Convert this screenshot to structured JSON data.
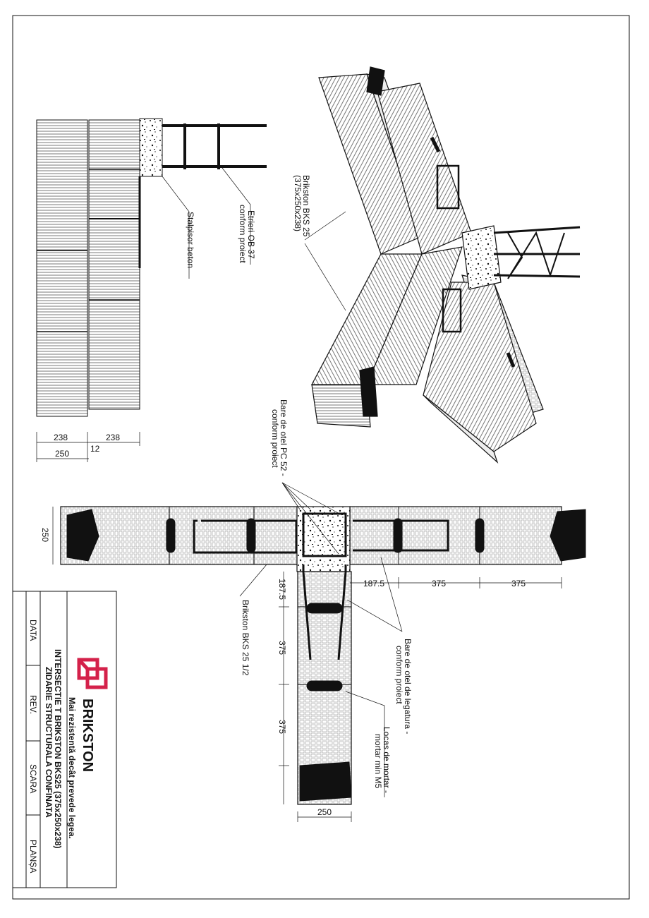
{
  "labels": {
    "stirrups_line1": "Etrieri OB 37",
    "stirrups_line2": "conform proiect",
    "column": "Stalpisor beton",
    "block_line1": "Brikston BKS 25",
    "block_line2": "(375x250x238)",
    "bars_line1": "Bare de otel PC 52 -",
    "bars_line2": "conform proiect",
    "half_block": "Brikston BKS 25 1/2",
    "tie_bars_line1": "Bare de otel de legatura -",
    "tie_bars_line2": "conform proiect",
    "mortar_line1": "Locas de mortar -",
    "mortar_line2": "mortar min M5"
  },
  "dimensions": {
    "elev_a": "238",
    "elev_b": "238",
    "elev_total": "250",
    "elev_gap": "12",
    "plan_width": "250",
    "wall_1": "187.5",
    "wall_2": "375",
    "wall_3": "375",
    "leg_1": "187.5",
    "leg_2": "375",
    "leg_3": "375",
    "leg_width": "250"
  },
  "title_block": {
    "brand": "BRIKSTON",
    "slogan": "Mai rezistentă decât prevede legea.",
    "title_line1": "INTERSECTIE T BRIKSTON BKS25 (375x250x238)",
    "title_line2": "ZIDARIE STRUCTURALA CONFINATA",
    "fields": [
      "DATA",
      "REV.",
      "SCARA",
      "PLANȘA"
    ]
  },
  "colors": {
    "brand_red": "#d4214a",
    "ink": "#111111"
  }
}
